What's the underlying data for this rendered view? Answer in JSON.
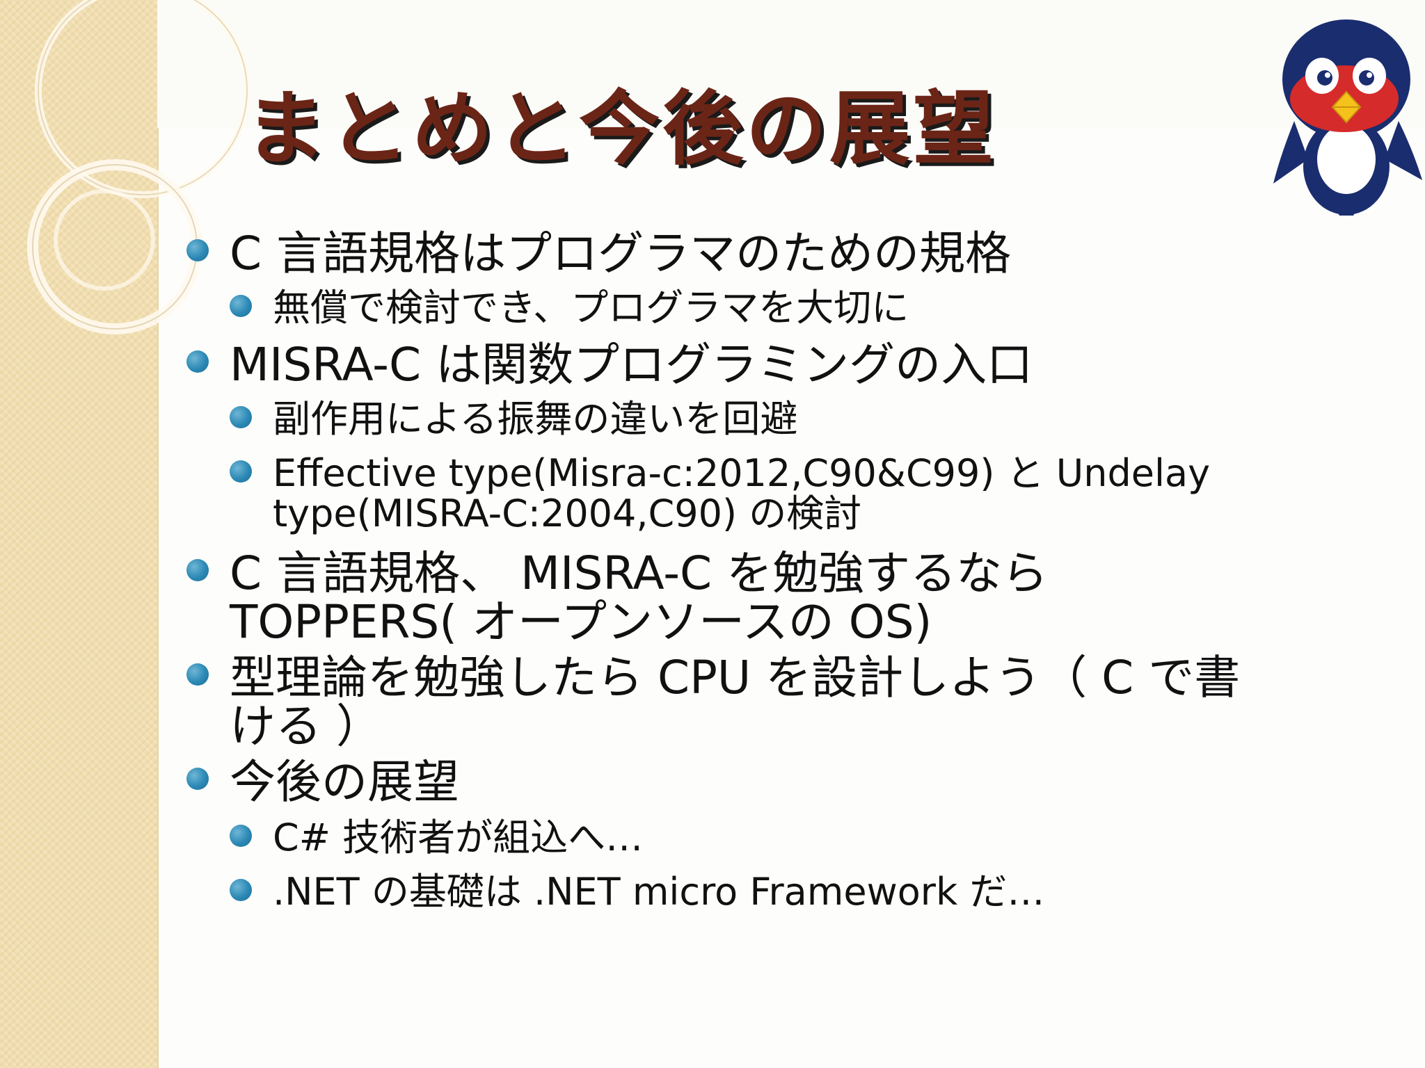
{
  "slide": {
    "title": "まとめと今後の展望"
  },
  "bullets": [
    {
      "level": 1,
      "lines": [
        "C 言語規格はプログラマのための規格"
      ]
    },
    {
      "level": 2,
      "lines": [
        "無償で検討でき、プログラマを大切に"
      ]
    },
    {
      "level": 1,
      "lines": [
        "MISRA-C は関数プログラミングの入口"
      ]
    },
    {
      "level": 2,
      "lines": [
        "副作用による振舞の違いを回避"
      ]
    },
    {
      "level": 2,
      "lines": [
        "Effective type(Misra-c:2012,C90&C99) と Undelay",
        "type(MISRA-C:2004,C90) の検討"
      ]
    },
    {
      "level": 1,
      "lines": [
        "C 言語規格、 MISRA-C を勉強するなら",
        "TOPPERS( オープンソースの OS)"
      ]
    },
    {
      "level": 1,
      "lines": [
        "型理論を勉強したら CPU を設計しよう（ C で書",
        "ける ）"
      ]
    },
    {
      "level": 1,
      "lines": [
        "今後の展望"
      ]
    },
    {
      "level": 2,
      "lines": [
        "C# 技術者が組込へ…"
      ]
    },
    {
      "level": 2,
      "lines": [
        ".NET の基礎は .NET micro Framework だ…"
      ]
    }
  ],
  "colors": {
    "title_text": "#6b2516",
    "title_shadow": "#1a1a1a",
    "bullet": "#2b88b4",
    "left_band": "#f1deb0"
  },
  "icons": {
    "bullet_marker": "bullet-dot-icon",
    "mascot": "penguin-mascot-icon"
  }
}
